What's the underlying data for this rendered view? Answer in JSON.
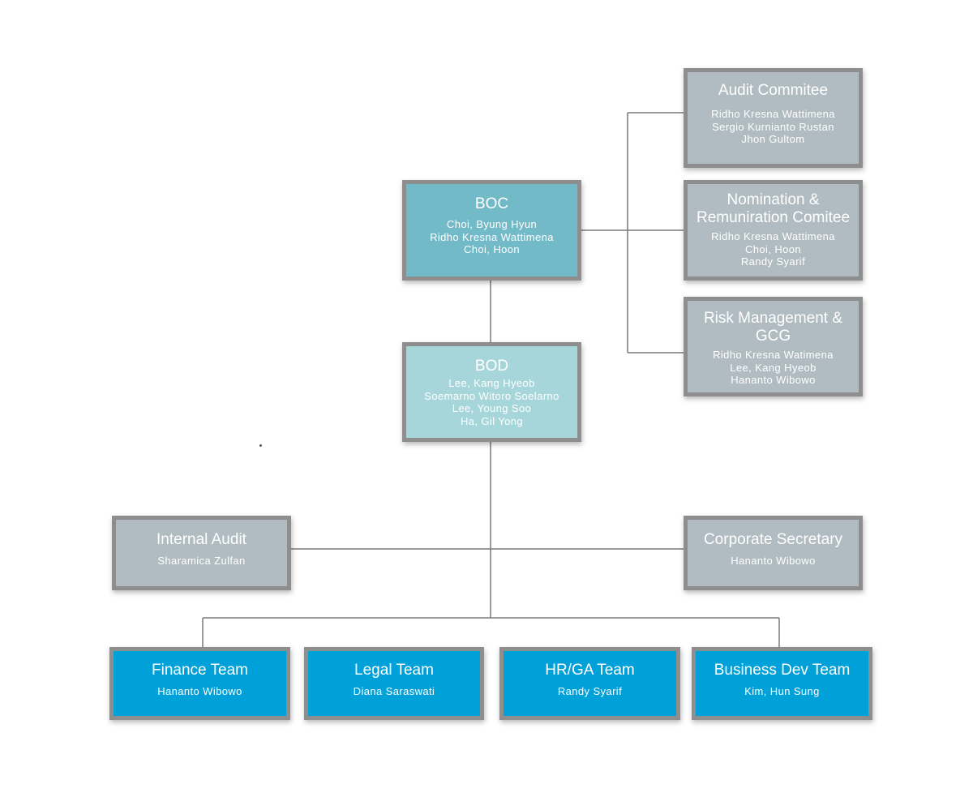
{
  "nodes": {
    "boc": {
      "title": "BOC",
      "names": "Choi, Byung Hyun\nRidho Kresna Wattimena\nChoi, Hoon"
    },
    "bod": {
      "title": "BOD",
      "names": "Lee, Kang Hyeob\nSoemarno Witoro Soelarno\nLee, Young Soo\nHa, Gil Yong"
    },
    "audit_committee": {
      "title": "Audit Commitee",
      "names": "Ridho Kresna Wattimena\nSergio Kurnianto Rustan\nJhon Gultom"
    },
    "nomination_committee": {
      "title": "Nomination &\nRemuniration Comitee",
      "names": "Ridho Kresna Wattimena\nChoi, Hoon\nRandy Syarif"
    },
    "risk_committee": {
      "title": "Risk Management &\nGCG",
      "names": "Ridho Kresna Watimena\nLee, Kang Hyeob\nHananto Wibowo"
    },
    "internal_audit": {
      "title": "Internal Audit",
      "names": "Sharamica Zulfan"
    },
    "corporate_secretary": {
      "title": "Corporate Secretary",
      "names": "Hananto Wibowo"
    },
    "finance_team": {
      "title": "Finance Team",
      "names": "Hananto Wibowo"
    },
    "legal_team": {
      "title": "Legal Team",
      "names": "Diana Saraswati"
    },
    "hrga_team": {
      "title": "HR/GA Team",
      "names": "Randy Syarif"
    },
    "bizdev_team": {
      "title": "Business Dev Team",
      "names": "Kim, Hun Sung"
    }
  },
  "colors": {
    "boc": "#72bac8",
    "bod": "#a6d6d9",
    "committee": "#b0bcc2",
    "team": "#00a0d8",
    "border": "#8e8e8e",
    "connector": "#7a7a7a"
  }
}
